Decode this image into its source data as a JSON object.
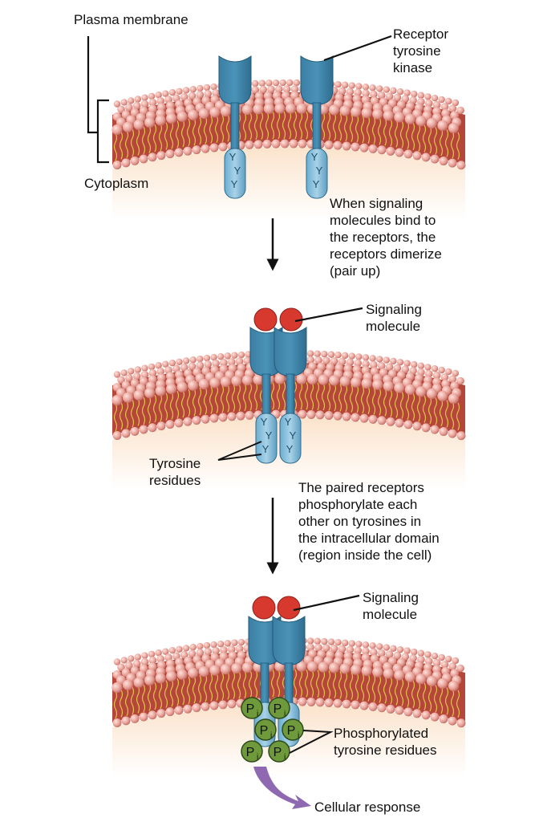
{
  "labels": {
    "plasma_membrane": "Plasma membrane",
    "cytoplasm": "Cytoplasm",
    "receptor_tyrosine_kinase": "Receptor\ntyrosine\nkinase",
    "step1_caption": "When signaling\nmolecules bind to\nthe receptors, the\nreceptors dimerize\n(pair up)",
    "signaling_molecule_1": "Signaling\nmolecule",
    "tyrosine_residues": "Tyrosine\nresidues",
    "step2_caption": "The paired receptors\nphosphorylate each\nother on tyrosines in\nthe intracellular domain\n(region inside the cell)",
    "signaling_molecule_2": "Signaling\nmolecule",
    "phosphorylated_residues": "Phosphorylated\ntyrosine residues",
    "cellular_response": "Cellular response"
  },
  "glyphs": {
    "tyrosine": "Y",
    "phosphate": "P",
    "phosphate_sub": "i"
  },
  "colors": {
    "receptor": "#4a93b8",
    "receptor_light": "#a9d2e8",
    "lipid_head": "#e9a39a",
    "lipid_tail": "#e2c24a",
    "membrane_core": "#b5473a",
    "signal": "#d8392e",
    "phosphate": "#6f9a3c",
    "response_arrow": "#8e68b0",
    "cytoplasm": "#fbe3cc"
  }
}
